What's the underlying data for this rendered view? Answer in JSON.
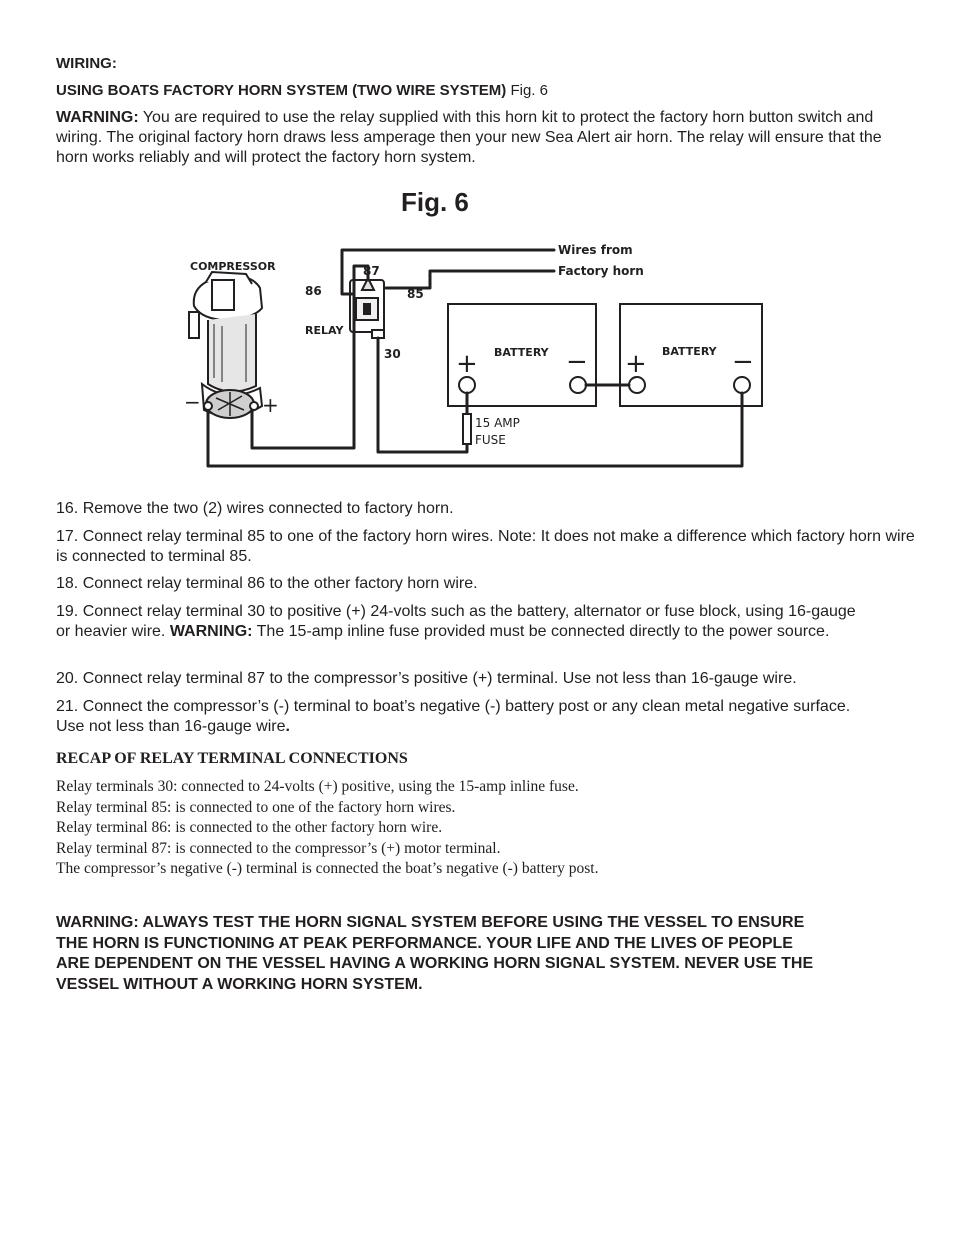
{
  "heading_wiring": "WIRING:",
  "heading_system": {
    "bold": "USING BOATS FACTORY HORN SYSTEM (TWO WIRE SYSTEM)",
    "ref": "Fig. 6"
  },
  "warning_intro": {
    "label": "WARNING:",
    "text": "You are required to use the relay supplied with this horn kit to protect the factory horn button switch and wiring. The original factory horn draws less amperage then your new Sea Alert air horn. The relay will ensure that the horn works reliably and will protect the factory horn system."
  },
  "figure": {
    "title": "Fig. 6",
    "labels": {
      "compressor": "COMPRESSOR",
      "relay": "RELAY",
      "t86": "86",
      "t87": "87",
      "t85": "85",
      "t30": "30",
      "wires_from": "Wires from",
      "factory_horn": "Factory horn",
      "battery1": "BATTERY",
      "battery2": "BATTERY",
      "fuse_line1": "15 AMP",
      "fuse_line2": "FUSE"
    }
  },
  "steps": [
    "16. Remove the two (2) wires connected to factory horn.",
    "17. Connect relay terminal 85 to one of the factory horn wires. Note: It does not make a difference which factory horn wire is connected to terminal 85.",
    "18. Connect relay terminal 86 to the other factory horn wire."
  ],
  "step19": {
    "before": "19. Connect relay terminal 30 to positive (+) 24-volts such as the battery, alternator or fuse block, using 16-gauge or heavier wire.",
    "label": "WARNING:",
    "after": "The 15-amp inline fuse provided must be connected directly to the power source."
  },
  "step20": "20. Connect relay terminal 87 to the compressor’s positive (+) terminal. Use not less than 16-gauge wire.",
  "step21": {
    "text": "21. Connect the compressor’s (-) terminal to boat’s negative (-) battery post or any clean metal negative surface. Use not less than 16-gauge wire",
    "end": "."
  },
  "recap": {
    "title": "RECAP OF RELAY TERMINAL CONNECTIONS",
    "lines": [
      "Relay terminals 30: connected to 24-volts (+) positive, using the 15-amp inline fuse.",
      "Relay terminal 85: is connected to one of the factory horn wires.",
      "Relay terminal 86: is connected to the other factory horn wire.",
      "Relay terminal 87: is connected to the compressor’s (+) motor terminal.",
      "The compressor’s negative (-) terminal is connected the boat’s negative (-) battery post."
    ]
  },
  "final_warning": [
    "WARNING: ALWAYS TEST THE HORN SIGNAL SYSTEM BEFORE USING THE VESSEL TO ENSURE",
    "THE HORN IS FUNCTIONING AT PEAK PERFORMANCE. YOUR LIFE AND THE LIVES OF PEOPLE",
    "ARE DEPENDENT ON THE VESSEL HAVING A WORKING HORN SIGNAL SYSTEM. NEVER USE THE",
    "VESSEL WITHOUT A WORKING HORN SYSTEM."
  ]
}
